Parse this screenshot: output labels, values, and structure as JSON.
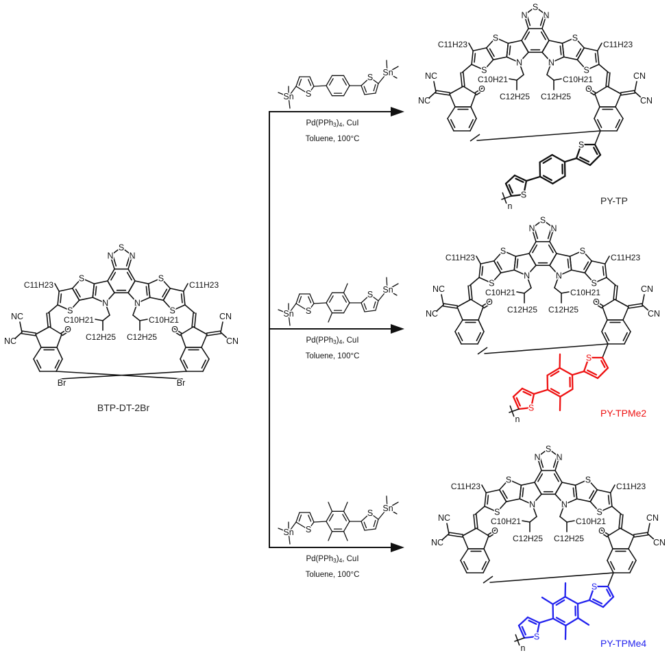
{
  "reactant": {
    "name": "BTP-DT-2Br"
  },
  "atom_labels": {
    "S": "S",
    "N": "N",
    "O": "O",
    "Br": "Br",
    "NC": "NC",
    "CN": "CN",
    "Sn": "Sn",
    "side_chain_1": "C11H23",
    "side_chain_2": "C10H21",
    "side_chain_3": "C12H25",
    "repeat": "n"
  },
  "reactions": [
    {
      "catalyst": "Pd(PPh3)4, CuI",
      "conditions": "Toluene, 100°C",
      "comonomer_methyls": 0,
      "product": {
        "name": "PY-TP",
        "color": "#222222",
        "linker_color": "#111111"
      }
    },
    {
      "catalyst": "Pd(PPh3)4, CuI",
      "conditions": "Toluene, 100°C",
      "comonomer_methyls": 2,
      "product": {
        "name": "PY-TPMe2",
        "color": "#ee1111",
        "linker_color": "#ee1111"
      }
    },
    {
      "catalyst": "Pd(PPh3)4, CuI",
      "conditions": "Toluene, 100°C",
      "comonomer_methyls": 4,
      "product": {
        "name": "PY-TPMe4",
        "color": "#2222ee",
        "linker_color": "#2222ee"
      }
    }
  ]
}
